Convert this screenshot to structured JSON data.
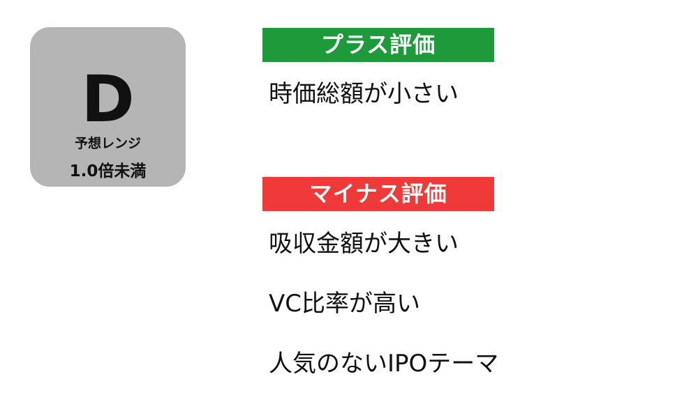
{
  "rating": {
    "grade": "D",
    "range_label": "予想レンジ",
    "range_value": "1.0倍未満"
  },
  "plus_section": {
    "heading": "プラス評価",
    "color": "#1f9a3a",
    "items": [
      "時価総額が小さい"
    ]
  },
  "minus_section": {
    "heading": "マイナス評価",
    "color": "#f03a3a",
    "items": [
      "吸収金額が大きい",
      "VC比率が高い",
      "人気のないIPOテーマ"
    ]
  }
}
